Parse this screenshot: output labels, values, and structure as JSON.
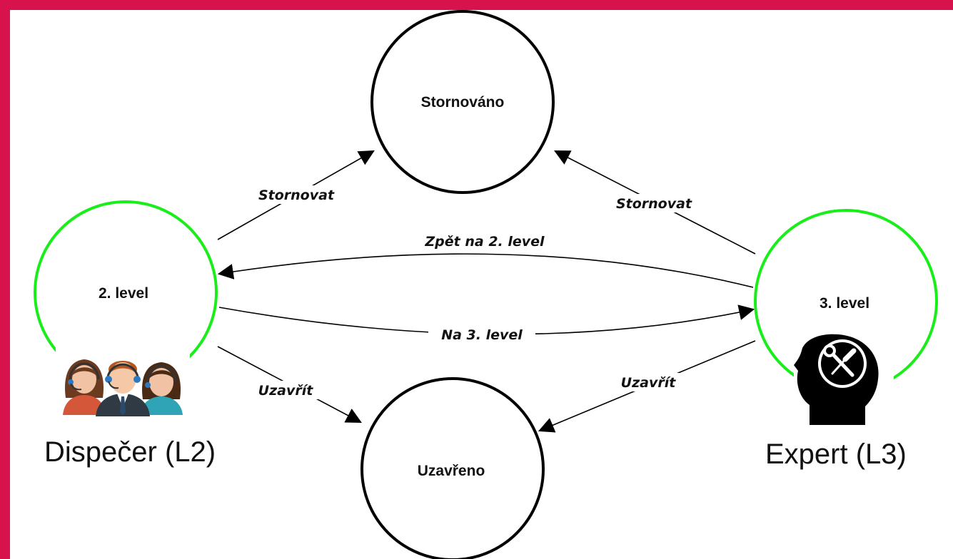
{
  "colors": {
    "frame": "#d8124c",
    "active_state": "#1aee1a",
    "state_stroke": "#000000",
    "background": "#ffffff"
  },
  "states": {
    "stornovano": "Stornováno",
    "uzavreno": "Uzavřeno",
    "level2": "2. level",
    "level3": "3. level"
  },
  "transitions": {
    "l2_to_storno": "Stornovat",
    "l3_to_storno": "Stornovat",
    "l3_to_l2": "Zpět na 2. level",
    "l2_to_l3": "Na 3. level",
    "l2_to_uzavreno": "Uzavřít",
    "l3_to_uzavreno": "Uzavřít"
  },
  "roles": {
    "l2": {
      "label": "Dispečer (L2)",
      "icon": "dispatcher-team-icon"
    },
    "l3": {
      "label": "Expert (L3)",
      "icon": "expert-head-tools-icon"
    }
  }
}
